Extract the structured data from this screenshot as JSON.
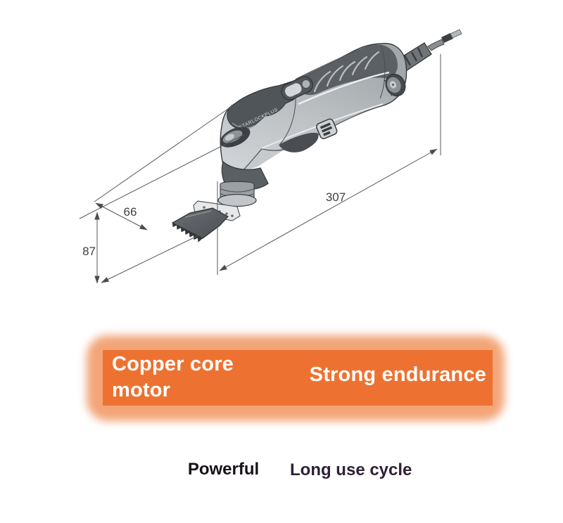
{
  "diagram": {
    "dim_length": "307",
    "dim_width": "66",
    "dim_height": "87",
    "tool_cap_label": "STARLOCKPLUS"
  },
  "banner": {
    "left_text": "Copper core motor",
    "right_text": "Strong endurance",
    "background_color": "#ed7231",
    "glow_color": "#f3a578",
    "text_color": "#ffffff"
  },
  "footer": {
    "label_left": "Powerful",
    "label_right": "Long use cycle",
    "color_left": "#17111a",
    "color_right": "#2e2138"
  }
}
